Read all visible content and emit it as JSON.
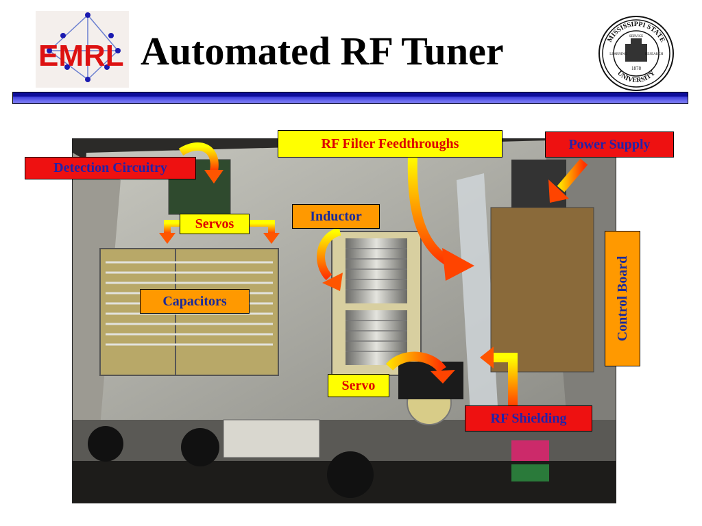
{
  "slide": {
    "title": "Automated RF Tuner",
    "logo_left_text": "EMRL",
    "seal": {
      "ring_top": "MISSISSIPPI STATE",
      "ring_bottom": "UNIVERSITY",
      "year": "1878",
      "learning": "LEARNING",
      "service": "SERVICE",
      "research": "RESEARCH"
    }
  },
  "labels": {
    "detection": "Detection Circuitry",
    "rf_filter": "RF Filter Feedthroughs",
    "power": "Power Supply",
    "servos": "Servos",
    "inductor": "Inductor",
    "capacitors": "Capacitors",
    "control_board": "Control Board",
    "servo": "Servo",
    "rf_shielding": "RF Shielding"
  },
  "colors": {
    "red_label_bg": "#ee1111",
    "red_label_text": "#2222aa",
    "yellow_label_bg": "#ffff00",
    "yellow_label_text": "#dd0000",
    "orange_label_bg": "#ff9900",
    "orange_label_text": "#1a2a9a",
    "rule_blue": "#1a1ab0"
  }
}
